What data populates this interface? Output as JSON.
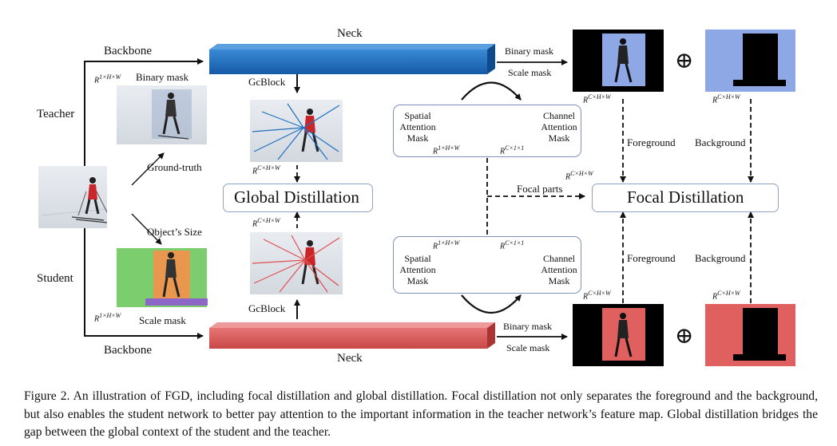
{
  "labels": {
    "teacher": "Teacher",
    "student": "Student",
    "backbone_top": "Backbone",
    "backbone_bottom": "Backbone",
    "neck_top": "Neck",
    "neck_bottom": "Neck",
    "binary_mask_left": "Binary mask",
    "ground_truth": "Ground-truth",
    "objects_size": "Object’s Size",
    "scale_mask_left": "Scale mask",
    "gcblock_top": "GcBlock",
    "gcblock_bottom": "GcBlock",
    "global_distillation": "Global Distillation",
    "focal_distillation": "Focal Distillation",
    "binary_mask_top": "Binary mask",
    "scale_mask_top": "Scale mask",
    "binary_mask_bottom": "Binary mask",
    "scale_mask_bottom": "Scale mask",
    "spatial_attention_top": [
      "Spatial",
      "Attention",
      "Mask"
    ],
    "channel_attention_top": [
      "Channel",
      "Attention",
      "Mask"
    ],
    "spatial_attention_bottom": [
      "Spatial",
      "Attention",
      "Mask"
    ],
    "channel_attention_bottom": [
      "Channel",
      "Attention",
      "Mask"
    ],
    "focal_parts": "Focal parts",
    "foreground_top": "Foreground",
    "background_top": "Background",
    "foreground_bottom": "Foreground",
    "background_bottom": "Background",
    "oplus": "⊕"
  },
  "math": {
    "r_1hw": [
      "R",
      "1×H×W"
    ],
    "r_chw": [
      "R",
      "C×H×W"
    ],
    "r_c11": [
      "R",
      "C×1×1"
    ]
  },
  "colors": {
    "teacher_neck": "#1f6fc0",
    "student_neck": "#d85a5a",
    "teacher_tint": "#8ea8e6",
    "student_tint": "#e06060",
    "foreground_mask": "#e9964f",
    "background_mask": "#7ccd6e"
  },
  "caption": "Figure 2. An illustration of FGD, including focal distillation and global distillation. Focal distillation not only separates the foreground and the background, but also enables the student network to better pay attention to the important information in the teacher network’s feature map. Global distillation bridges the gap between the global context of the student and the teacher."
}
